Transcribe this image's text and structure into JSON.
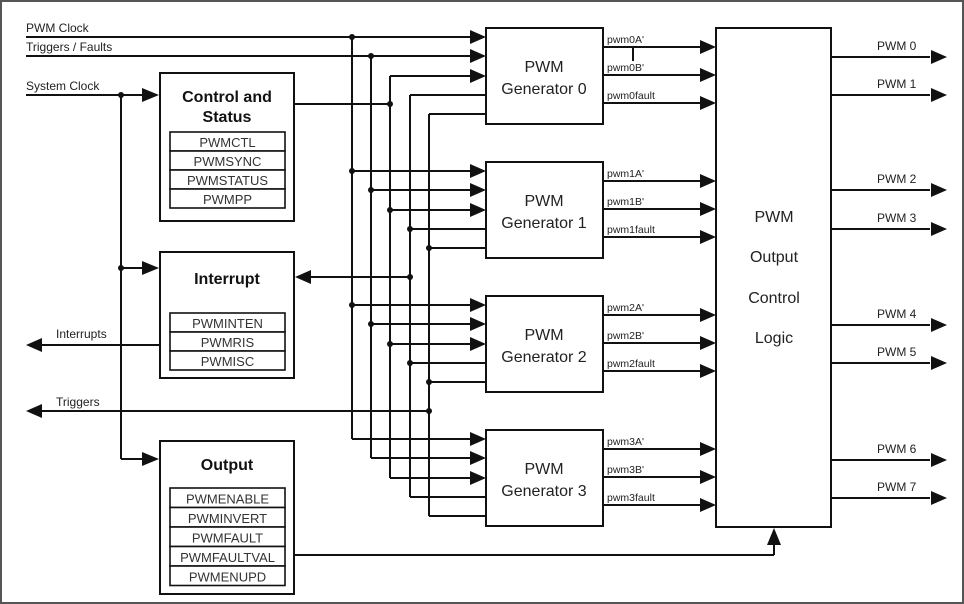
{
  "diagram": {
    "inputs": {
      "pwm_clock": "PWM Clock",
      "triggers_faults": "Triggers / Faults",
      "system_clock": "System Clock"
    },
    "outputs_left": {
      "interrupts": "Interrupts",
      "triggers": "Triggers"
    },
    "blocks": {
      "control_status": {
        "title_line1": "Control and",
        "title_line2": "Status",
        "registers": [
          "PWMCTL",
          "PWMSYNC",
          "PWMSTATUS",
          "PWMPP"
        ]
      },
      "interrupt": {
        "title": "Interrupt",
        "registers": [
          "PWMINTEN",
          "PWMRIS",
          "PWMISC"
        ]
      },
      "output": {
        "title": "Output",
        "registers": [
          "PWMENABLE",
          "PWMINVERT",
          "PWMFAULT",
          "PWMFAULTVAL",
          "PWMENUPD"
        ]
      },
      "generators": [
        {
          "line1": "PWM",
          "line2": "Generator 0",
          "signals": [
            "pwm0A'",
            "pwm0B'",
            "pwm0fault"
          ]
        },
        {
          "line1": "PWM",
          "line2": "Generator 1",
          "signals": [
            "pwm1A'",
            "pwm1B'",
            "pwm1fault"
          ]
        },
        {
          "line1": "PWM",
          "line2": "Generator 2",
          "signals": [
            "pwm2A'",
            "pwm2B'",
            "pwm2fault"
          ]
        },
        {
          "line1": "PWM",
          "line2": "Generator 3",
          "signals": [
            "pwm3A'",
            "pwm3B'",
            "pwm3fault"
          ]
        }
      ],
      "output_logic": {
        "lines": [
          "PWM",
          "Output",
          "Control",
          "Logic"
        ]
      }
    },
    "pwm_outputs": [
      "PWM 0",
      "PWM 1",
      "PWM 2",
      "PWM 3",
      "PWM 4",
      "PWM 5",
      "PWM 6",
      "PWM 7"
    ]
  }
}
